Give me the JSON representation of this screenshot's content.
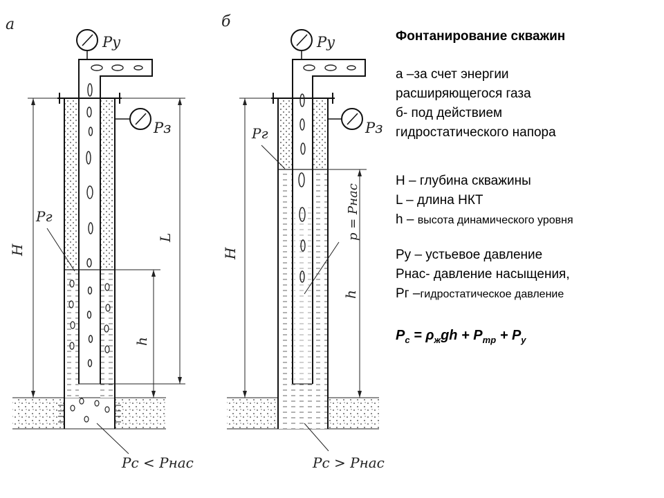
{
  "diagram": {
    "label_a": "а",
    "label_b": "б",
    "a": {
      "pu": "Pу",
      "pz": "Pз",
      "pg": "Pг",
      "H": "H",
      "L": "L",
      "h": "h",
      "bottom": "Pс < Pнас"
    },
    "b": {
      "pu": "Pу",
      "pz": "Pз",
      "pg": "Pг",
      "H": "H",
      "p_eq": "p = Pнас",
      "h": "h",
      "bottom": "Pс > Pнас"
    }
  },
  "text": {
    "title": "Фонтанирование скважин",
    "a_line1": "а –за счет энергии",
    "a_line2": "расширяющегося газа",
    "b_line1": " б- под действием",
    "b_line2": "гидростатического напора",
    "H_def": "Н – глубина скважины",
    "L_def": " L – длина  НКТ",
    "h_letter": " h – ",
    "h_def": "высота динамического уровня",
    "py_def": "Ру – устьевое давление",
    "pnas_def": "Рнас- давление насыщения,",
    "pg_prefix": "Рг –",
    "pg_def": "гидростатическое  давление"
  },
  "formula": {
    "P": "P",
    "c": "c",
    "eq": " = ",
    "rho": "ρ",
    "zh": "ж",
    "gh": "gh + ",
    "P2": "P",
    "tr": "тр",
    "plus": " + ",
    "P3": "P",
    "y": "у"
  }
}
